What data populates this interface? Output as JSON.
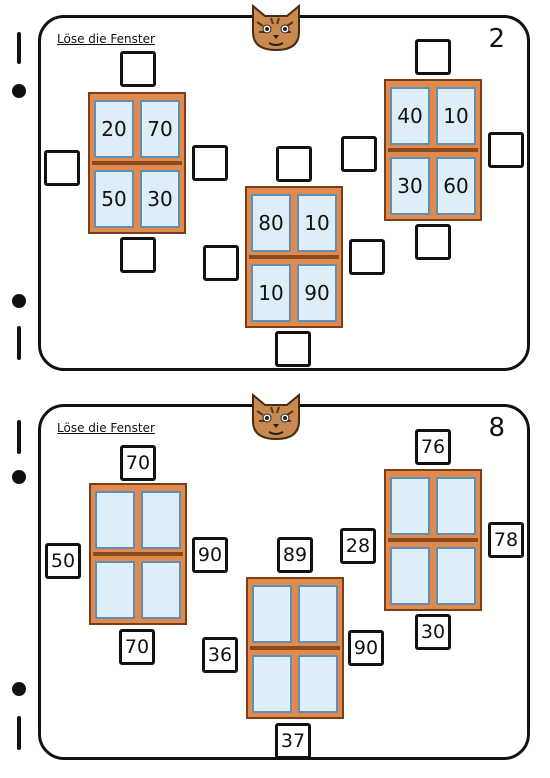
{
  "cards": [
    {
      "title": "Löse die Fenster",
      "page_number": "2",
      "windows": [
        {
          "panes": [
            "20",
            "70",
            "50",
            "30"
          ],
          "top": "",
          "left": "",
          "right": "",
          "bottom": ""
        },
        {
          "panes": [
            "80",
            "10",
            "10",
            "90"
          ],
          "top": "",
          "left": "",
          "right": "",
          "bottom": ""
        },
        {
          "panes": [
            "40",
            "10",
            "30",
            "60"
          ],
          "top": "",
          "left": "",
          "right": "",
          "bottom": ""
        }
      ]
    },
    {
      "title": "Löse die Fenster",
      "page_number": "8",
      "windows": [
        {
          "panes": [
            "",
            "",
            "",
            ""
          ],
          "top": "70",
          "left": "50",
          "right": "90",
          "bottom": "70"
        },
        {
          "panes": [
            "",
            "",
            "",
            ""
          ],
          "top": "89",
          "left": "36",
          "right": "90",
          "bottom": "37"
        },
        {
          "panes": [
            "",
            "",
            "",
            ""
          ],
          "top": "76",
          "left": "28",
          "right": "78",
          "bottom": "30"
        }
      ]
    }
  ]
}
